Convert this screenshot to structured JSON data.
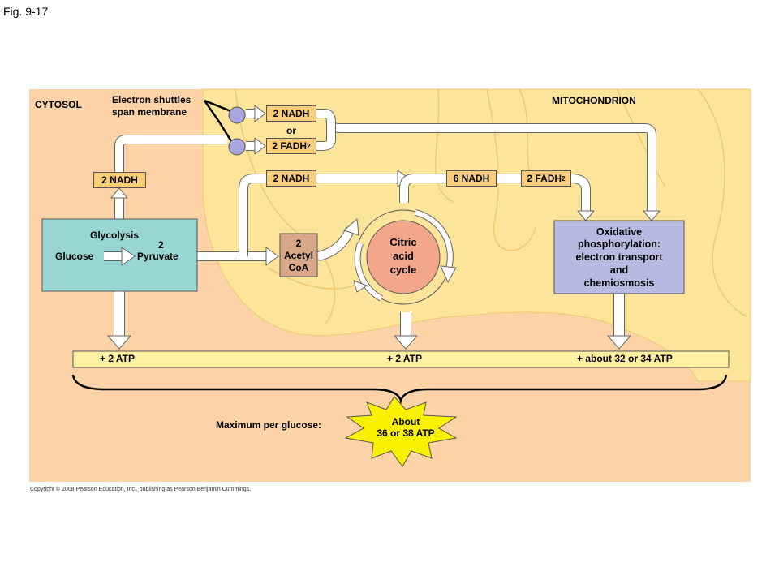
{
  "figure_label": "Fig. 9-17",
  "copyright": "Copyright © 2008 Pearson Education, Inc., publishing as Pearson Benjamin Cummings.",
  "regions": {
    "cytosol": "CYTOSOL",
    "mitochondrion": "MITOCHONDRION"
  },
  "shuttles": {
    "line1": "Electron shuttles",
    "line2": "span membrane"
  },
  "carriers": {
    "top_nadh": "2 NADH",
    "or": "or",
    "top_fadh2": "2 FADH",
    "fadh2_sub": "2",
    "cytosol_nadh": "2 NADH",
    "pyruvate_nadh": "2 NADH",
    "cycle_nadh": "6 NADH",
    "cycle_fadh2": "2 FADH",
    "cycle_fadh2_sub": "2"
  },
  "glycolysis": {
    "title": "Glycolysis",
    "glucose": "Glucose",
    "two": "2",
    "pyruvate": "Pyruvate"
  },
  "acetyl_coa": {
    "line1": "2",
    "line2": "Acetyl",
    "line3": "CoA"
  },
  "citric": {
    "line1": "Citric",
    "line2": "acid",
    "line3": "cycle"
  },
  "oxphos": {
    "line1": "Oxidative",
    "line2": "phosphorylation:",
    "line3": "electron transport",
    "line4": "and",
    "line5": "chemiosmosis"
  },
  "atp": {
    "glycolysis": "+ 2 ATP",
    "citric": "+ 2 ATP",
    "oxphos": "+ about 32 or 34 ATP"
  },
  "maximum": {
    "label": "Maximum per glucose:",
    "line1": "About",
    "line2": "36 or 38 ATP"
  },
  "colors": {
    "cytosol_bg": "#fbd3a7",
    "mito_bg": "#fde49b",
    "glycolysis": "#98d6d4",
    "acetyl": "#d9a88a",
    "citric": "#f4a68a",
    "oxphos": "#b8b8e0",
    "carrier": "#f9cd78",
    "atp_bar": "#fdf0a0",
    "starburst": "#f7f000",
    "shuttle": "#a9a7dd"
  }
}
